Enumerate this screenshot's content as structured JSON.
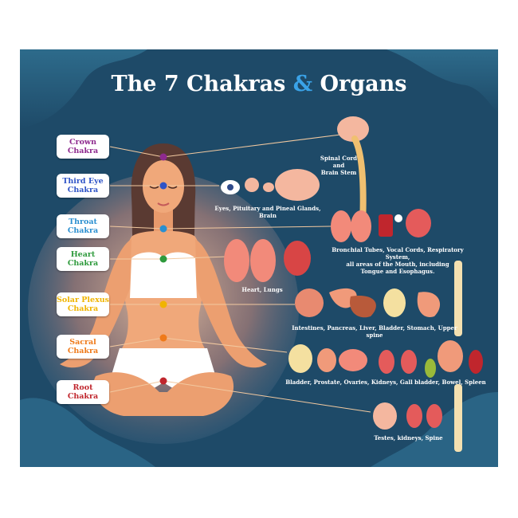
{
  "title": {
    "main": "The 7 Chakras ",
    "amp": "&",
    "tail": " Organs"
  },
  "chakras": [
    {
      "label": "Crown\nChakra",
      "color": "#8e2a8e"
    },
    {
      "label": "Third Eye\nChakra",
      "color": "#2f54c7"
    },
    {
      "label": "Throat\nChakra",
      "color": "#2a8fd0"
    },
    {
      "label": "Heart\nChakra",
      "color": "#2e9a3c"
    },
    {
      "label": "Solar Plexus\nChakra",
      "color": "#f0b400"
    },
    {
      "label": "Sacral\nChakra",
      "color": "#ef7a1a"
    },
    {
      "label": "Root\nChakra",
      "color": "#c0262d"
    }
  ],
  "captions": {
    "spinal": "Spinal Cord\nand\nBrain Stem",
    "third_eye": "Eyes, Pituitary and Pineal Glands, Brain",
    "throat": "Bronchial Tubes, Vocal Cords, Respiratory System,\nall areas of the Mouth, including\nTongue and Esophagus.",
    "heart": "Heart, Lungs",
    "solar": "Intestines, Pancreas, Liver, Bladder, Stomach, Upper spine",
    "sacral": "Bladder, Prostate, Ovaries, Kidneys, Gall bladder, Bowel, Spleen",
    "root": "Testes, kidneys, Spine"
  },
  "colors": {
    "background": "#1e4a68",
    "accent": "#3aa3e8",
    "skin": "#f0a87a"
  }
}
